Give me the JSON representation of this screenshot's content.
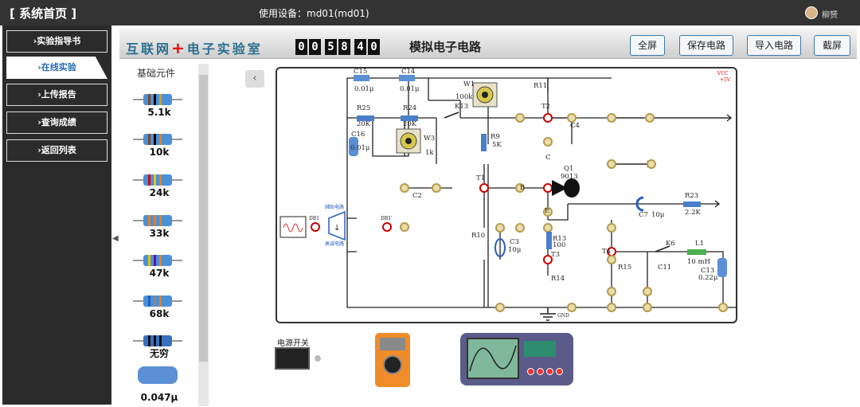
{
  "topbar": {
    "system_title": "[ 系统首页 ]",
    "device_label": "使用设备：md01(md01)",
    "user_name": "柳赟"
  },
  "nav": [
    {
      "label": "›实验指导书"
    },
    {
      "label": "›在线实验"
    },
    {
      "label": "›上传报告"
    },
    {
      "label": "›查询成绩"
    },
    {
      "label": "›返回列表"
    }
  ],
  "header": {
    "brand": "互联网",
    "brand_plus": "+",
    "brand_rest": "电子实验室",
    "timer_digits": [
      "0",
      "0",
      "5",
      "8",
      "4",
      "0"
    ],
    "title": "模拟电子电路",
    "buttons": {
      "fullscreen": "全屏",
      "save": "保存电路",
      "import": "导入电路",
      "screenshot": "截屏"
    }
  },
  "palette": {
    "title": "基础元件",
    "items": [
      {
        "label": "5.1k"
      },
      {
        "label": "10k"
      },
      {
        "label": "24k"
      },
      {
        "label": "33k"
      },
      {
        "label": "47k"
      },
      {
        "label": "68k"
      },
      {
        "label": "无穷"
      },
      {
        "label": "0.047μ"
      }
    ]
  },
  "circuit_labels": {
    "c15": "C15",
    "c15v": "0.01μ",
    "c14": "C14",
    "c14v": "0.01μ",
    "w1": "W1",
    "w1v": "100k",
    "r11": "R11",
    "r25": "R25",
    "r25v": "20K",
    "r24": "R24",
    "r24v": "20K",
    "k13": "K13",
    "t2": "T2",
    "c4": "C4",
    "c16": "C16",
    "c16v": "0.01μ",
    "w3": "W3",
    "w3v": "1k",
    "r9": "R9",
    "r9v": "5K",
    "c": "C",
    "q1": "Q1",
    "q1v": "9013",
    "t1": "T1",
    "b": "B",
    "e": "E",
    "c2": "C2",
    "c7": "C7",
    "c7v": "10μ",
    "r23": "R23",
    "r23v": "2.2K",
    "db1": "DB1",
    "aux": "辅助电路",
    "db1b": "DB1'",
    "atten": "衰减电路",
    "r10": "R10",
    "c3": "C3",
    "c3v": "10μ",
    "r13": "R13",
    "r13v": "100",
    "t3": "T3",
    "t4": "T4",
    "k6": "K6",
    "l1": "L1",
    "l1v": "10 mH",
    "r15": "R15",
    "c11": "C11",
    "c13": "C13",
    "c13v": "0.22μ",
    "r14": "R14",
    "gnd": "GND",
    "vcc": "VCC",
    "vccv": "+5V"
  },
  "instruments": {
    "power_switch": "电源开关"
  }
}
